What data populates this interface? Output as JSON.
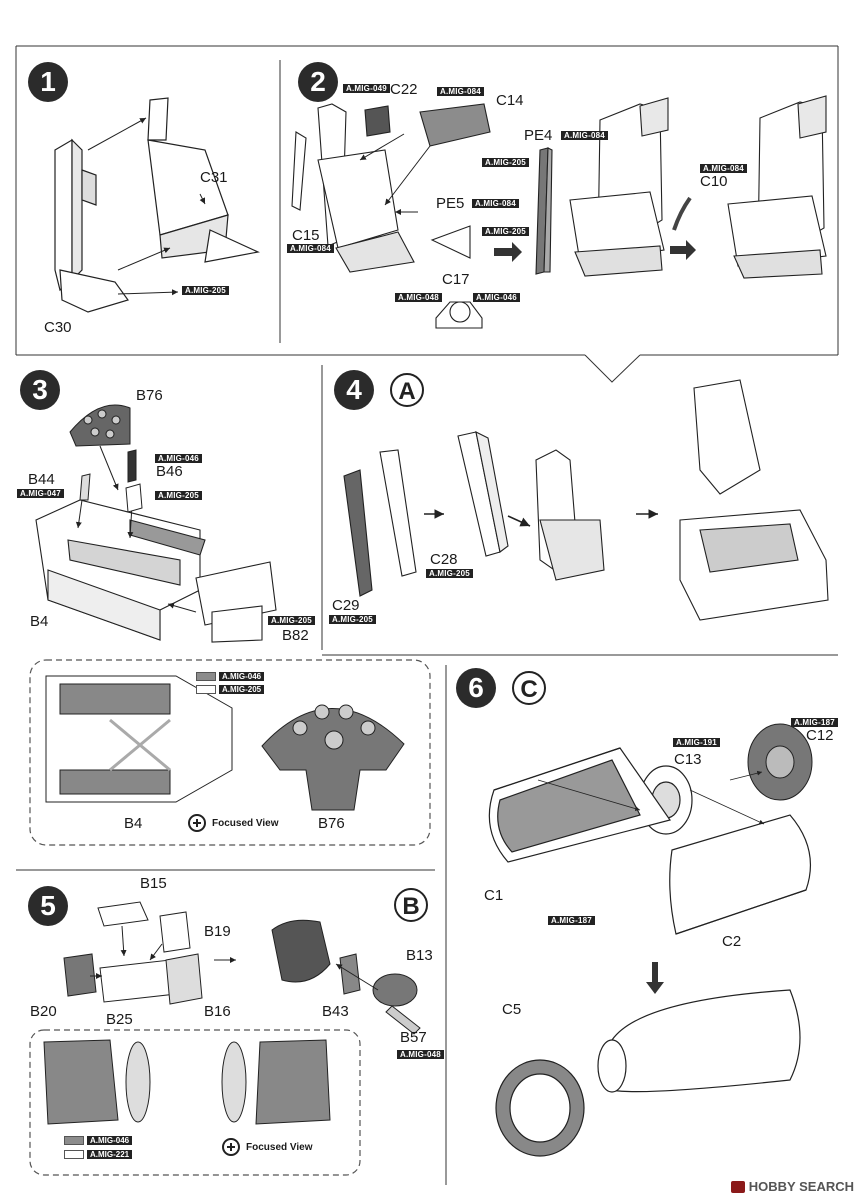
{
  "steps": [
    {
      "number": "1"
    },
    {
      "number": "2"
    },
    {
      "number": "3"
    },
    {
      "number": "4",
      "sub": "A"
    },
    {
      "number": "5",
      "sub": "B"
    },
    {
      "number": "6",
      "sub": "C"
    }
  ],
  "step1": {
    "parts": {
      "c31": "C31",
      "c30": "C30"
    },
    "paint": "A.MIG-205"
  },
  "step2": {
    "parts": {
      "c22": "C22",
      "c14": "C14",
      "pe5": "PE5",
      "c15": "C15",
      "c17": "C17",
      "pe4": "PE4",
      "c10": "C10"
    },
    "paints": {
      "c22": "A.MIG-049",
      "c14": "A.MIG-084",
      "c14b": "A.MIG-205",
      "pe5": "A.MIG-084",
      "c15": "A.MIG-084",
      "c17a": "A.MIG-048",
      "c17b": "A.MIG-046",
      "mid": "A.MIG-205",
      "pe4": "A.MIG-084",
      "c10": "A.MIG-084"
    }
  },
  "step3": {
    "parts": {
      "b76": "B76",
      "b46": "B46",
      "b44": "B44",
      "b4": "B4",
      "b82": "B82"
    },
    "paints": {
      "b46a": "A.MIG-046",
      "b46b": "A.MIG-205",
      "b44": "A.MIG-047",
      "b82": "A.MIG-205"
    }
  },
  "step4": {
    "parts": {
      "c28": "C28",
      "c29": "C29"
    },
    "paints": {
      "c28": "A.MIG-205",
      "c29": "A.MIG-205"
    }
  },
  "focused1": {
    "legend": [
      "A.MIG-046",
      "A.MIG-205"
    ],
    "captions": {
      "b4": "B4",
      "b76": "B76"
    },
    "focus_label": "Focused View"
  },
  "step5": {
    "parts": {
      "b15": "B15",
      "b19": "B19",
      "b20": "B20",
      "b25": "B25",
      "b16": "B16",
      "b13": "B13",
      "b43": "B43",
      "b57": "B57"
    },
    "paints": {
      "b57": "A.MIG-048"
    }
  },
  "focused2": {
    "legend": [
      "A.MIG-046",
      "A.MIG-221"
    ],
    "focus_label": "Focused View"
  },
  "step6": {
    "parts": {
      "c12": "C12",
      "c13": "C13",
      "c1": "C1",
      "c2": "C2",
      "c5": "C5"
    },
    "paints": {
      "c12": "A.MIG-187",
      "c13": "A.MIG-191",
      "c1c2": "A.MIG-187"
    }
  },
  "watermark": "HOBBY SEARCH",
  "colors": {
    "ink": "#1a1a1a",
    "tag_bg": "#222222",
    "paint_dark": "#8c8c8c",
    "paint_light": "#ffffff"
  }
}
